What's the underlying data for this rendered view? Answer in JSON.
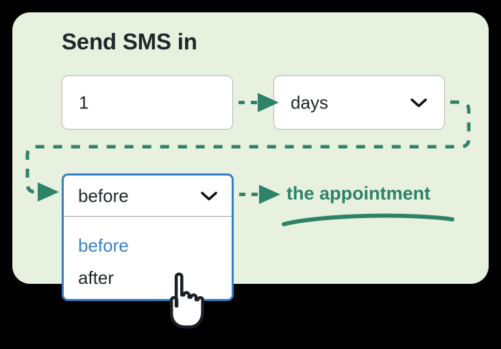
{
  "page": {
    "background_color": "#000000",
    "card_color": "#e8f0e0",
    "accent_green": "#2d8268",
    "accent_blue": "#2f80c8",
    "option_highlight_color": "#3c80c4",
    "text_color": "#22262b"
  },
  "header": {
    "title": "Send SMS in"
  },
  "form": {
    "amount": {
      "label": "amount-input",
      "value": "1",
      "placeholder": ""
    },
    "unit": {
      "label": "unit-select",
      "value": "days",
      "icon": "chevron-down-icon"
    },
    "relation": {
      "label": "relation-select",
      "value": "before",
      "icon": "chevron-down-icon",
      "expanded": true,
      "options": [
        {
          "label": "before",
          "selected": true
        },
        {
          "label": "after",
          "selected": false
        }
      ]
    },
    "phrase": "the appointment"
  },
  "decorations": {
    "arrow_1": "dashed-arrow-right",
    "arrow_2": "dashed-arrow-right",
    "routing_path": "dashed-wrap-around-connector",
    "underline": "hand-drawn-underline-swoosh",
    "cursor": "pointing-hand-cursor"
  }
}
